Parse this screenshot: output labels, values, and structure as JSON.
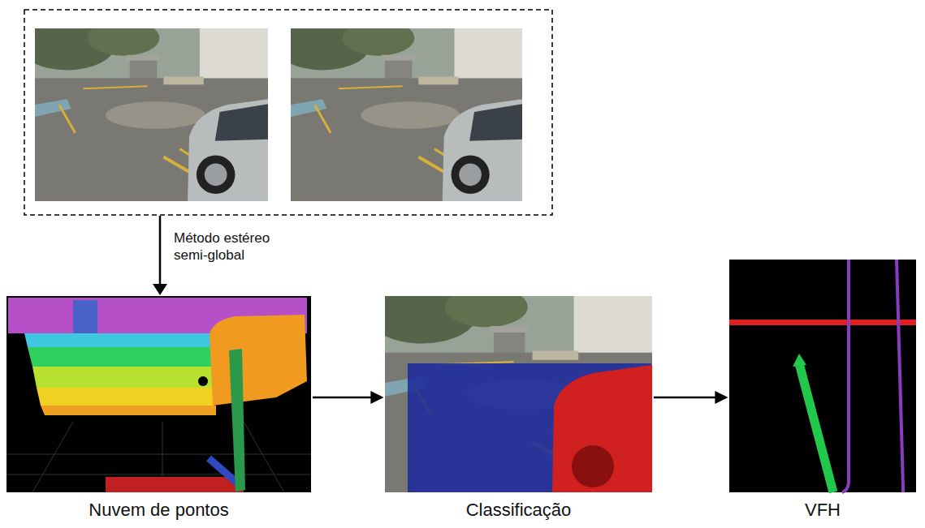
{
  "diagram": {
    "nodes": [
      {
        "text": [
          "Nuvem de pontos"
        ]
      },
      {
        "text": [
          "Classificação"
        ]
      },
      {
        "text": [
          "VFH"
        ]
      }
    ],
    "edges": [
      {
        "from": 0,
        "to": 1,
        "arrow": "to"
      },
      {
        "from": 1,
        "to": 2,
        "arrow": "to"
      }
    ],
    "labels": [
      "Método estéreo semi-global"
    ]
  }
}
